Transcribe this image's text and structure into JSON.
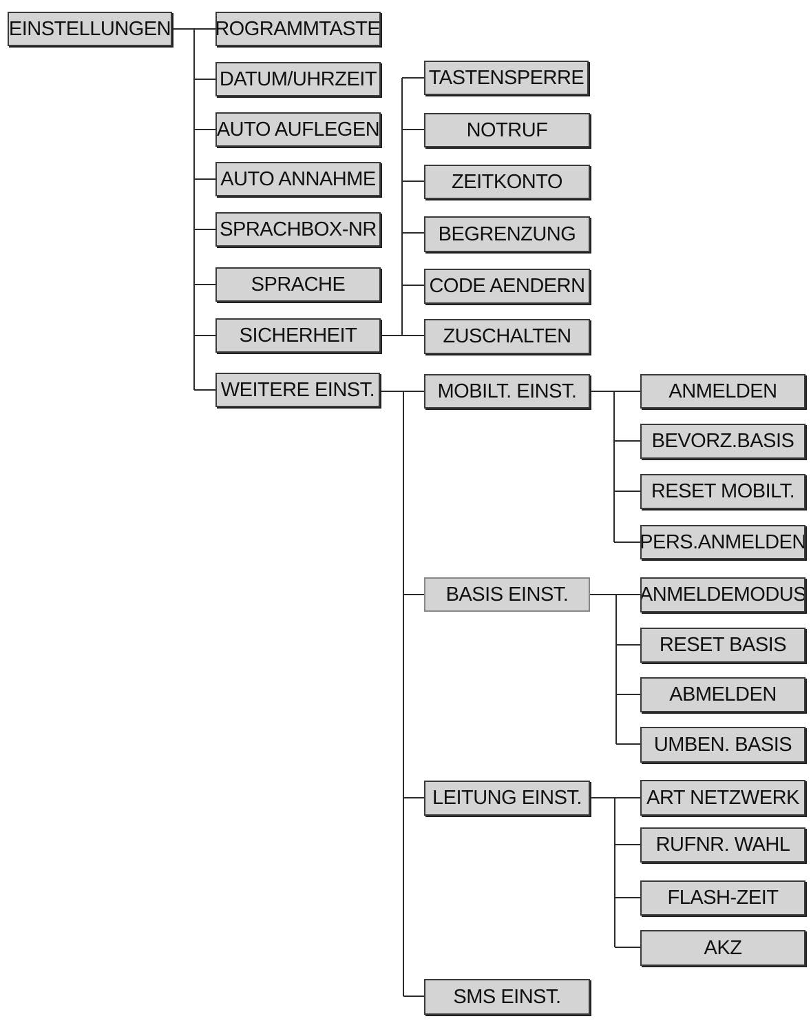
{
  "diagram": {
    "root": {
      "label": "EINSTELLUNGEN"
    },
    "level1": [
      {
        "label": "PROGRAMMTASTEN"
      },
      {
        "label": "DATUM/UHRZEIT"
      },
      {
        "label": "AUTO AUFLEGEN"
      },
      {
        "label": "AUTO ANNAHME"
      },
      {
        "label": "SPRACHBOX-NR"
      },
      {
        "label": "SPRACHE"
      },
      {
        "label": "SICHERHEIT"
      },
      {
        "label": "WEITERE EINST."
      }
    ],
    "sicherheit_children": [
      {
        "label": "TASTENSPERRE"
      },
      {
        "label": "NOTRUF"
      },
      {
        "label": "ZEITKONTO"
      },
      {
        "label": "BEGRENZUNG"
      },
      {
        "label": "CODE AENDERN"
      },
      {
        "label": "ZUSCHALTEN"
      }
    ],
    "weitere_children": [
      {
        "label": "MOBILT. EINST."
      },
      {
        "label": "BASIS EINST."
      },
      {
        "label": "LEITUNG EINST."
      },
      {
        "label": "SMS EINST."
      }
    ],
    "mobilt_children": [
      {
        "label": "ANMELDEN"
      },
      {
        "label": "BEVORZ.BASIS"
      },
      {
        "label": "RESET MOBILT."
      },
      {
        "label": "PERS.ANMELDEN"
      }
    ],
    "basis_children": [
      {
        "label": "ANMELDEMODUS"
      },
      {
        "label": "RESET BASIS"
      },
      {
        "label": "ABMELDEN"
      },
      {
        "label": "UMBEN. BASIS"
      }
    ],
    "leitung_children": [
      {
        "label": "ART NETZWERK"
      },
      {
        "label": "RUFNR. WAHL"
      },
      {
        "label": "FLASH-ZEIT"
      },
      {
        "label": "AKZ"
      }
    ]
  }
}
